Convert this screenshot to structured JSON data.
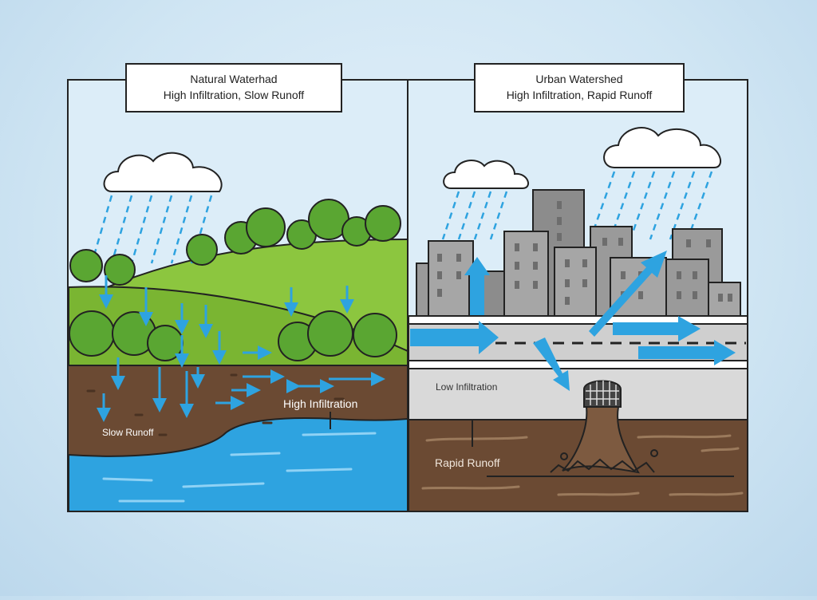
{
  "natural": {
    "title_line1": "Natural Waterhad",
    "title_line2": "High Infiltration, Slow Runoff",
    "label_high_infiltration": "High Infiltration",
    "label_slow_runoff": "Slow Runoff"
  },
  "urban": {
    "title_line1": "Urban Watershed",
    "title_line2": "High Infiltration, Rapid Runoff",
    "label_low_infiltration": "Low Infiltration",
    "label_rapid_runoff": "Rapid Runoff"
  },
  "colors": {
    "water_blue": "#2ea3e0",
    "grass": "#8cc63f",
    "soil": "#6b4a33",
    "building": "#9a9a9a",
    "road": "#d6d6d6"
  }
}
